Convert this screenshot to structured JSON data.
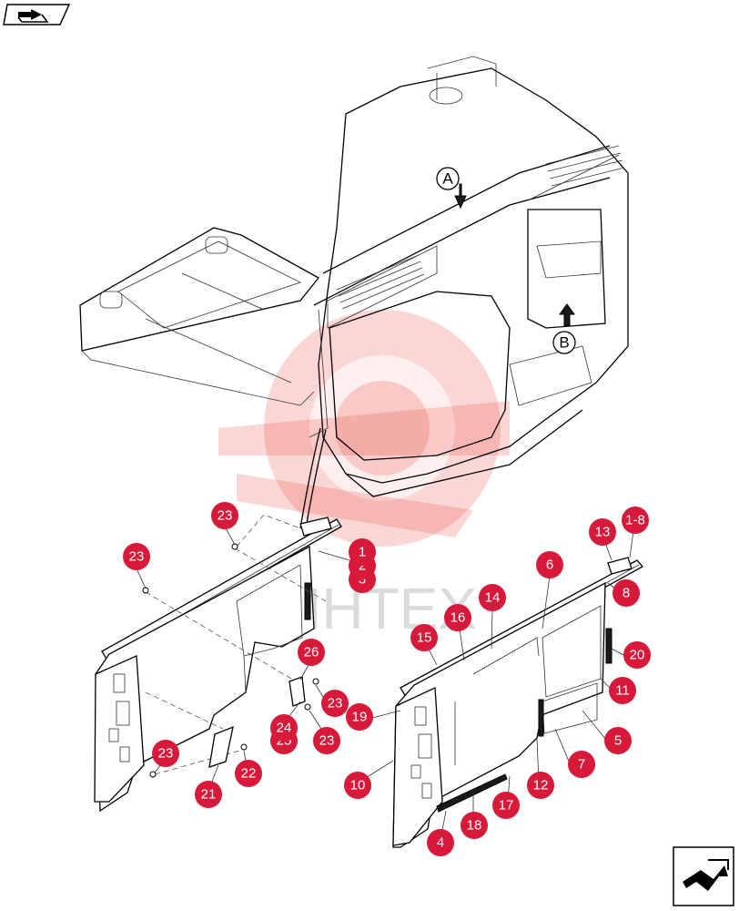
{
  "watermark_text": "MHTEX",
  "view_letters": [
    "A",
    "B"
  ],
  "callouts": [
    "23",
    "23",
    "1",
    "2",
    "3",
    "26",
    "24",
    "25",
    "23",
    "23",
    "21",
    "22",
    "23",
    "13",
    "1-8",
    "6",
    "8",
    "14",
    "16",
    "15",
    "20",
    "11",
    "19",
    "5",
    "7",
    "12",
    "10",
    "17",
    "18",
    "4"
  ],
  "colors": {
    "callout": "#d7193a",
    "watermark": "#e8443c"
  },
  "icons": {
    "top_left": "arrow-right-icon",
    "bottom_right": "arrow-curve-icon"
  }
}
